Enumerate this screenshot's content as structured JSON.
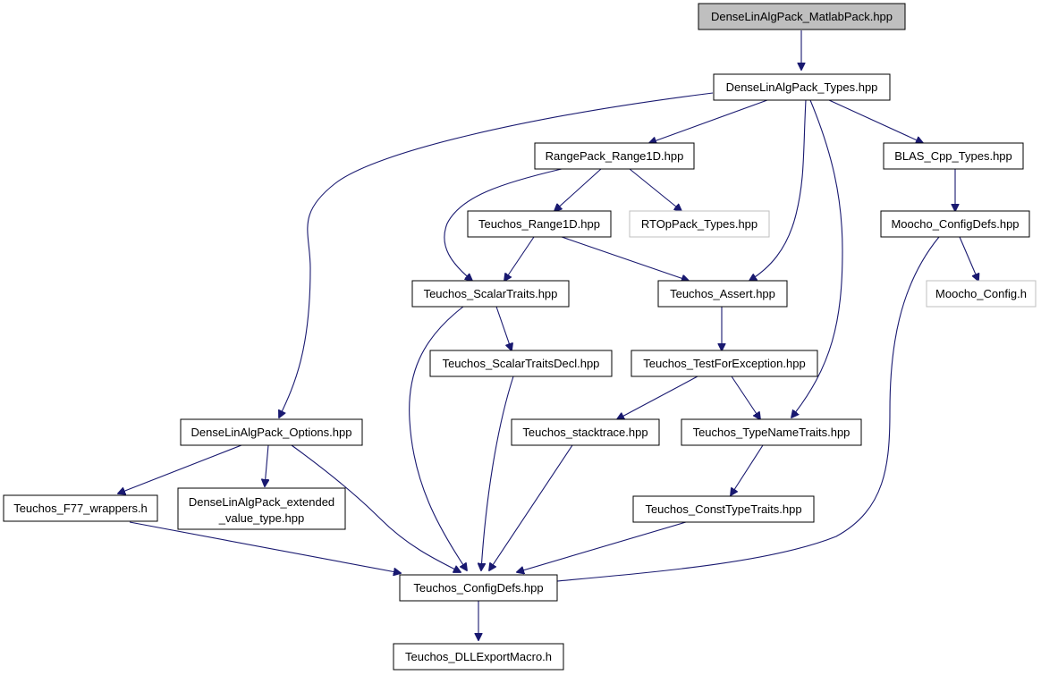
{
  "colors": {
    "edge": "#191970",
    "node_border": "#000000",
    "missing_node_border": "#bfbfbf",
    "root_fill": "#bfbfbf",
    "node_fill": "#ffffff"
  },
  "nodes": {
    "matlabpack": {
      "label": "DenseLinAlgPack_MatlabPack.hpp",
      "kind": "root"
    },
    "types": {
      "label": "DenseLinAlgPack_Types.hpp",
      "kind": "normal"
    },
    "rangepack": {
      "label": "RangePack_Range1D.hpp",
      "kind": "normal"
    },
    "blas_types": {
      "label": "BLAS_Cpp_Types.hpp",
      "kind": "normal"
    },
    "teuchos_range1d": {
      "label": "Teuchos_Range1D.hpp",
      "kind": "normal"
    },
    "rtop_types": {
      "label": "RTOpPack_Types.hpp",
      "kind": "missing"
    },
    "moocho_configdefs": {
      "label": "Moocho_ConfigDefs.hpp",
      "kind": "normal"
    },
    "scalartraits": {
      "label": "Teuchos_ScalarTraits.hpp",
      "kind": "normal"
    },
    "assert": {
      "label": "Teuchos_Assert.hpp",
      "kind": "normal"
    },
    "moocho_config": {
      "label": "Moocho_Config.h",
      "kind": "missing"
    },
    "scalartraitsdecl": {
      "label": "Teuchos_ScalarTraitsDecl.hpp",
      "kind": "normal"
    },
    "testforexception": {
      "label": "Teuchos_TestForException.hpp",
      "kind": "normal"
    },
    "options": {
      "label": "DenseLinAlgPack_Options.hpp",
      "kind": "normal"
    },
    "stacktrace": {
      "label": "Teuchos_stacktrace.hpp",
      "kind": "normal"
    },
    "typenametraits": {
      "label": "Teuchos_TypeNameTraits.hpp",
      "kind": "normal"
    },
    "f77_wrappers": {
      "label": "Teuchos_F77_wrappers.h",
      "kind": "normal"
    },
    "extended_value_type": {
      "label": [
        "DenseLinAlgPack_extended",
        "_value_type.hpp"
      ],
      "kind": "normal"
    },
    "consttypetraits": {
      "label": "Teuchos_ConstTypeTraits.hpp",
      "kind": "normal"
    },
    "configdefs": {
      "label": "Teuchos_ConfigDefs.hpp",
      "kind": "normal"
    },
    "dllexport": {
      "label": "Teuchos_DLLExportMacro.h",
      "kind": "normal"
    }
  },
  "edges": [
    [
      "matlabpack",
      "types"
    ],
    [
      "types",
      "rangepack"
    ],
    [
      "types",
      "blas_types"
    ],
    [
      "types",
      "options"
    ],
    [
      "types",
      "assert"
    ],
    [
      "types",
      "typenametraits"
    ],
    [
      "rangepack",
      "teuchos_range1d"
    ],
    [
      "rangepack",
      "rtop_types"
    ],
    [
      "rangepack",
      "scalartraits"
    ],
    [
      "blas_types",
      "moocho_configdefs"
    ],
    [
      "teuchos_range1d",
      "scalartraits"
    ],
    [
      "teuchos_range1d",
      "assert"
    ],
    [
      "moocho_configdefs",
      "moocho_config"
    ],
    [
      "moocho_configdefs",
      "configdefs"
    ],
    [
      "scalartraits",
      "scalartraitsdecl"
    ],
    [
      "scalartraits",
      "configdefs"
    ],
    [
      "assert",
      "testforexception"
    ],
    [
      "scalartraitsdecl",
      "configdefs"
    ],
    [
      "testforexception",
      "stacktrace"
    ],
    [
      "testforexception",
      "typenametraits"
    ],
    [
      "options",
      "f77_wrappers"
    ],
    [
      "options",
      "extended_value_type"
    ],
    [
      "options",
      "configdefs"
    ],
    [
      "stacktrace",
      "configdefs"
    ],
    [
      "typenametraits",
      "consttypetraits"
    ],
    [
      "f77_wrappers",
      "configdefs"
    ],
    [
      "consttypetraits",
      "configdefs"
    ],
    [
      "configdefs",
      "dllexport"
    ]
  ]
}
